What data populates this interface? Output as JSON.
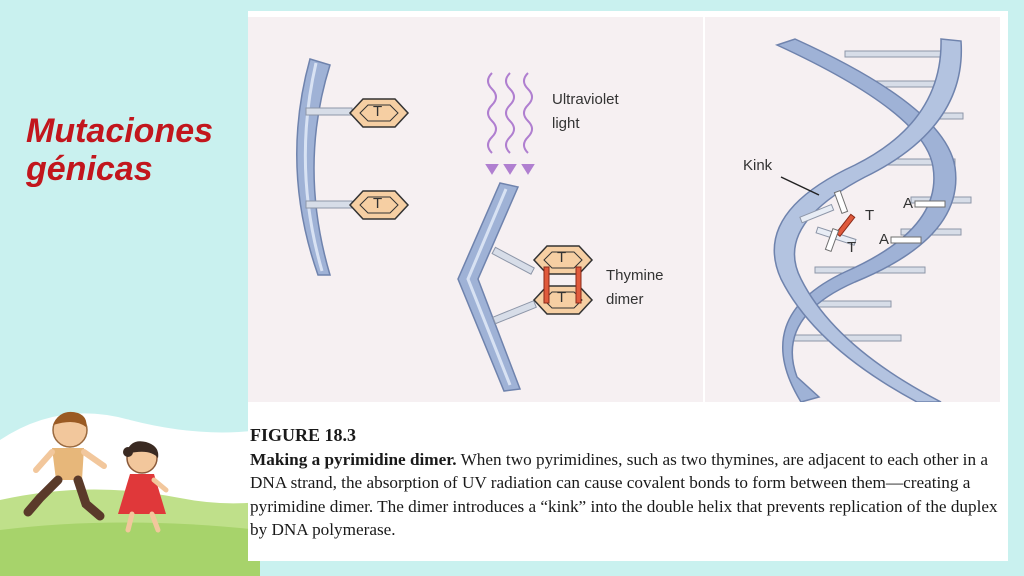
{
  "slide": {
    "title_line1": "Mutaciones",
    "title_line2": "génicas"
  },
  "figure": {
    "labels": {
      "uv_line1": "Ultraviolet",
      "uv_line2": "light",
      "dimer_line1": "Thymine",
      "dimer_line2": "dimer",
      "kink": "Kink",
      "base_t": "T",
      "base_a": "A"
    },
    "caption": {
      "number": "FIGURE 18.3",
      "title": "Making a pyrimidine dimer.",
      "text": " When two pyrimidines, such as two thymines, are adjacent to each other in a DNA strand, the absorption of UV radiation can cause covalent bonds to form between them—creating a pyrimidine dimer. The dimer introduces a “kink” into the double helix that prevents replication of the duplex by DNA polymerase."
    }
  },
  "colors": {
    "background": "#c9f1ef",
    "title": "#c2161d",
    "strand": "#9fb2d6",
    "base_fill": "#f6cfa3",
    "dimer_bond": "#e05a3c",
    "uv_wave": "#b07fd0"
  }
}
